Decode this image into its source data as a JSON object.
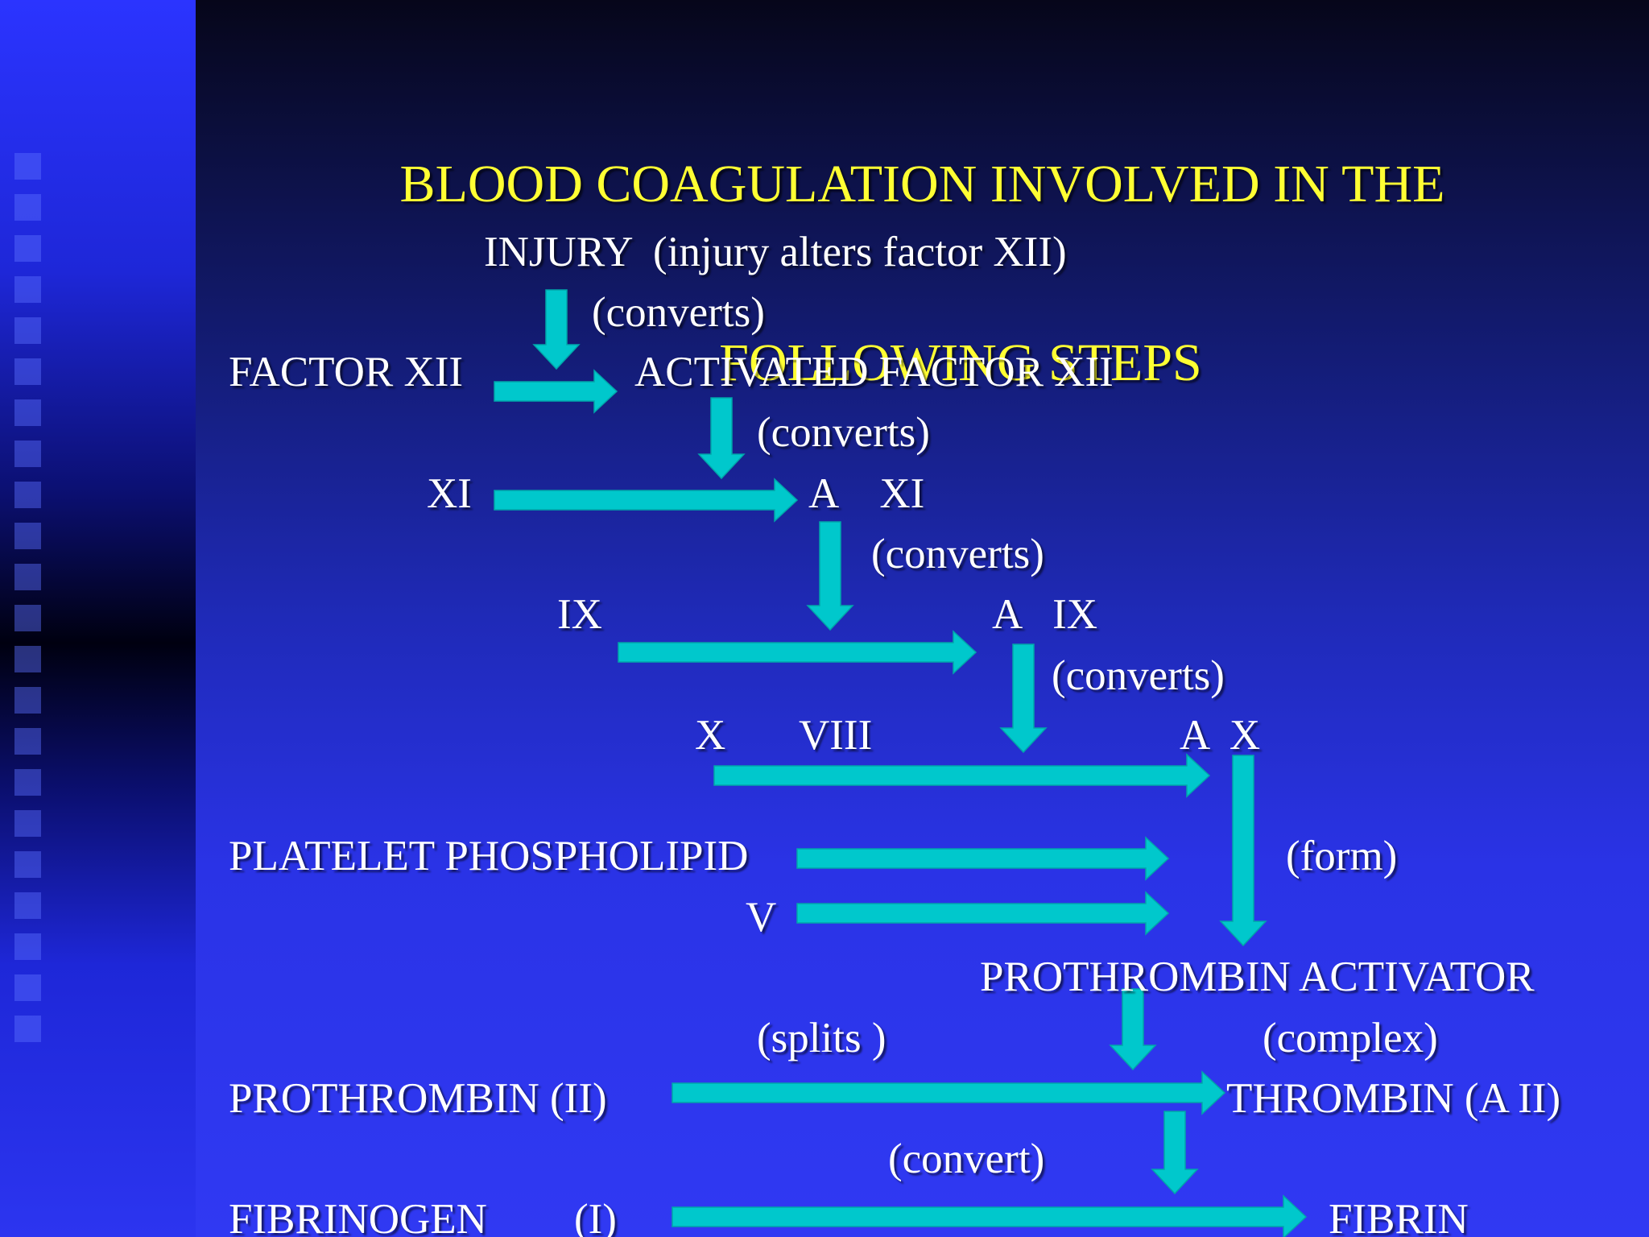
{
  "slide": {
    "title_lines": [
      "BLOOD COAGULATION INVOLVED IN THE",
      "FOLLOWING STEPS"
    ],
    "colors": {
      "title": "#ffff33",
      "text": "#ffffff",
      "arrow": "#00c8cc"
    }
  },
  "diagram": {
    "nodes": {
      "injury": "INJURY  (injury alters factor XII)",
      "converts_1": "(converts)",
      "factor_xii": "FACTOR XII",
      "activated_factor_xii": "ACTIVATED FACTOR XII",
      "converts_2": "(converts)",
      "xi": "XI",
      "a_xi": "A    XI",
      "converts_3": "(converts)",
      "ix": "IX",
      "a_ix": "A   IX",
      "converts_4": "(converts)",
      "x": "X",
      "viii": "VIII",
      "a_x": "A  X",
      "platelet_phospholipid": "PLATELET PHOSPHOLIPID",
      "form": "(form)",
      "v": "V",
      "prothrombin_activator": "PROTHROMBIN ACTIVATOR",
      "splits": "(splits )",
      "complex": "(complex)",
      "prothrombin": "PROTHROMBIN (II)",
      "thrombin": "THROMBIN (A II)",
      "convert": "(convert)",
      "fibrinogen": "FIBRINOGEN",
      "fibrinogen_num": "(I)",
      "fibrin": "FIBRIN"
    }
  }
}
